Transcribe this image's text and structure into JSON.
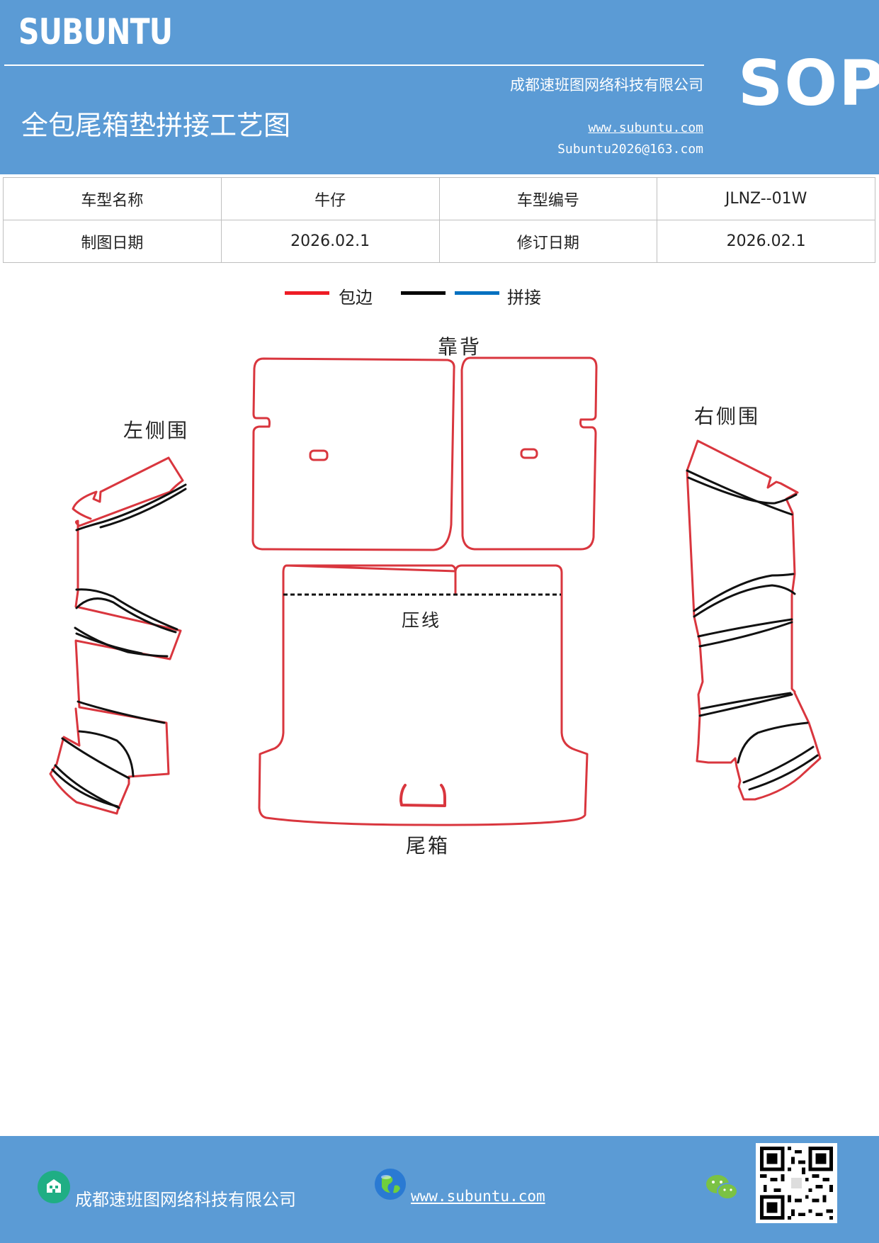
{
  "header": {
    "brand": "SUBUNTU",
    "company": "成都速班图网络科技有限公司",
    "title": "全包尾箱垫拼接工艺图",
    "website": "www.subuntu.com",
    "email": "Subuntu2026@163.com",
    "badge": "SOP"
  },
  "info_table": {
    "rows": [
      {
        "label1": "车型名称",
        "value1": "牛仔",
        "label2": "车型编号",
        "value2": "JLNZ--01W"
      },
      {
        "label1": "制图日期",
        "value1": "2026.02.1",
        "label2": "修订日期",
        "value2": "2026.02.1"
      }
    ]
  },
  "legend": {
    "items": [
      {
        "label": "包边",
        "color": "#ee1c25"
      },
      {
        "label": "",
        "color": "#000000"
      },
      {
        "label": "拼接",
        "color": "#0070c0"
      }
    ]
  },
  "diagram": {
    "labels": {
      "backrest": "靠背",
      "left_side": "左侧围",
      "right_side": "右侧围",
      "crease": "压线",
      "trunk": "尾箱"
    },
    "outline_color": "#d9363e",
    "seam_color": "#111111"
  },
  "footer": {
    "company": "成都速班图网络科技有限公司",
    "website": "www.subuntu.com"
  },
  "icons": {
    "company": "building-icon",
    "website": "globe-icon",
    "wechat": "wechat-icon",
    "qr": "qr-code"
  }
}
